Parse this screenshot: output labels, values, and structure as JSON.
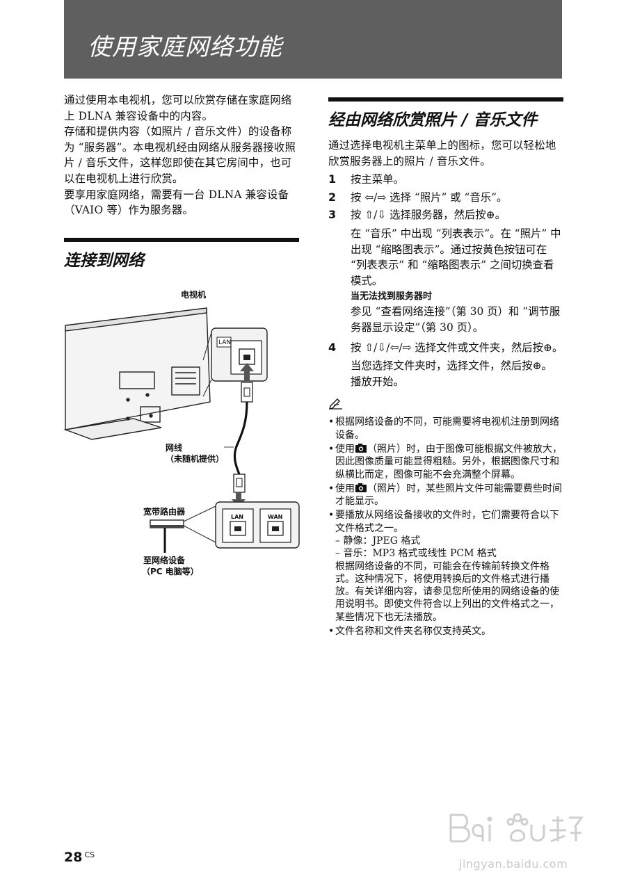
{
  "header": {
    "title": "使用家庭网络功能"
  },
  "intro": {
    "paragraphs": [
      "通过使用本电视机，您可以欣赏存储在家庭网络上 DLNA 兼容设备中的内容。",
      "存储和提供内容（如照片 / 音乐文件）的设备称为 “服务器”。本电视机经由网络从服务器接收照片 / 音乐文件，这样您即使在其它房间中，也可以在电视机上进行欣赏。",
      "要享用家庭网络，需要有一台 DLNA 兼容设备（VAIO 等）作为服务器。"
    ]
  },
  "connect": {
    "title": "连接到网络",
    "diagram": {
      "tv_label": "电视机",
      "lan_port_label": "LAN",
      "cable_label_line1": "网线",
      "cable_label_line2": "（未随机提供）",
      "router_label": "宽带路由器",
      "router_lan": "LAN",
      "router_wan": "WAN",
      "network_label_line1": "至网络设备",
      "network_label_line2": "（PC 电脑等）"
    }
  },
  "enjoy": {
    "title": "经由网络欣赏照片 / 音乐文件",
    "intro": "通过选择电视机主菜单上的图标，您可以轻松地欣赏服务器上的照片 / 音乐文件。",
    "steps": [
      {
        "num": "1",
        "text": "按主菜单。"
      },
      {
        "num": "2",
        "text": "按 ⇦/⇨ 选择 “照片” 或 “音乐”。"
      },
      {
        "num": "3",
        "text": "按 ⇧/⇩ 选择服务器，然后按⊕。"
      },
      {
        "num": "4",
        "text": "按 ⇧/⇩/⇦/⇨ 选择文件或文件夹，然后按⊕。"
      }
    ],
    "step3_note": "在 “音乐” 中出现 “列表表示”。在 “照片” 中出现 “缩略图表示”。通过按黄色按钮可在 “列表表示” 和 “缩略图表示” 之间切换查看模式。",
    "step3_subheading": "当无法找到服务器时",
    "step3_subtext": "参见 “查看网络连接”（第 30 页）和 “调节服务器显示设定”（第 30 页）。",
    "step4_note1": "当您选择文件夹时，选择文件，然后按⊕。",
    "step4_note2": "播放开始。"
  },
  "notes": {
    "items": [
      {
        "text": "根据网络设备的不同，可能需要将电视机注册到网络设备。"
      },
      {
        "prefix": "使用",
        "suffix": "（照片）时，由于图像可能根据文件被放大，因此图像质量可能显得粗糙。另外，根据图像尺寸和纵横比而定，图像可能不会充满整个屏幕。"
      },
      {
        "prefix": "使用",
        "suffix": "（照片）时，某些照片文件可能需要费些时间才能显示。"
      }
    ],
    "format_item": {
      "text": "要播放从网络设备接收的文件时，它们需要符合以下文件格式之一。",
      "sub1": "– 静像：JPEG 格式",
      "sub2": "– 音乐：MP3 格式或线性 PCM 格式",
      "sub3": "根据网络设备的不同，可能会在传输前转换文件格式。这种情况下，将使用转换后的文件格式进行播放。有关详细内容，请参见您所使用的网络设备的使用说明书。即使文件符合以上列出的文件格式之一，某些情况下也无法播放。"
    },
    "last_item": "文件名称和文件夹名称仅支持英文。"
  },
  "footer": {
    "page_number": "28",
    "page_suffix": "CS"
  },
  "watermark": {
    "text": "jingyan.baidu.com"
  }
}
